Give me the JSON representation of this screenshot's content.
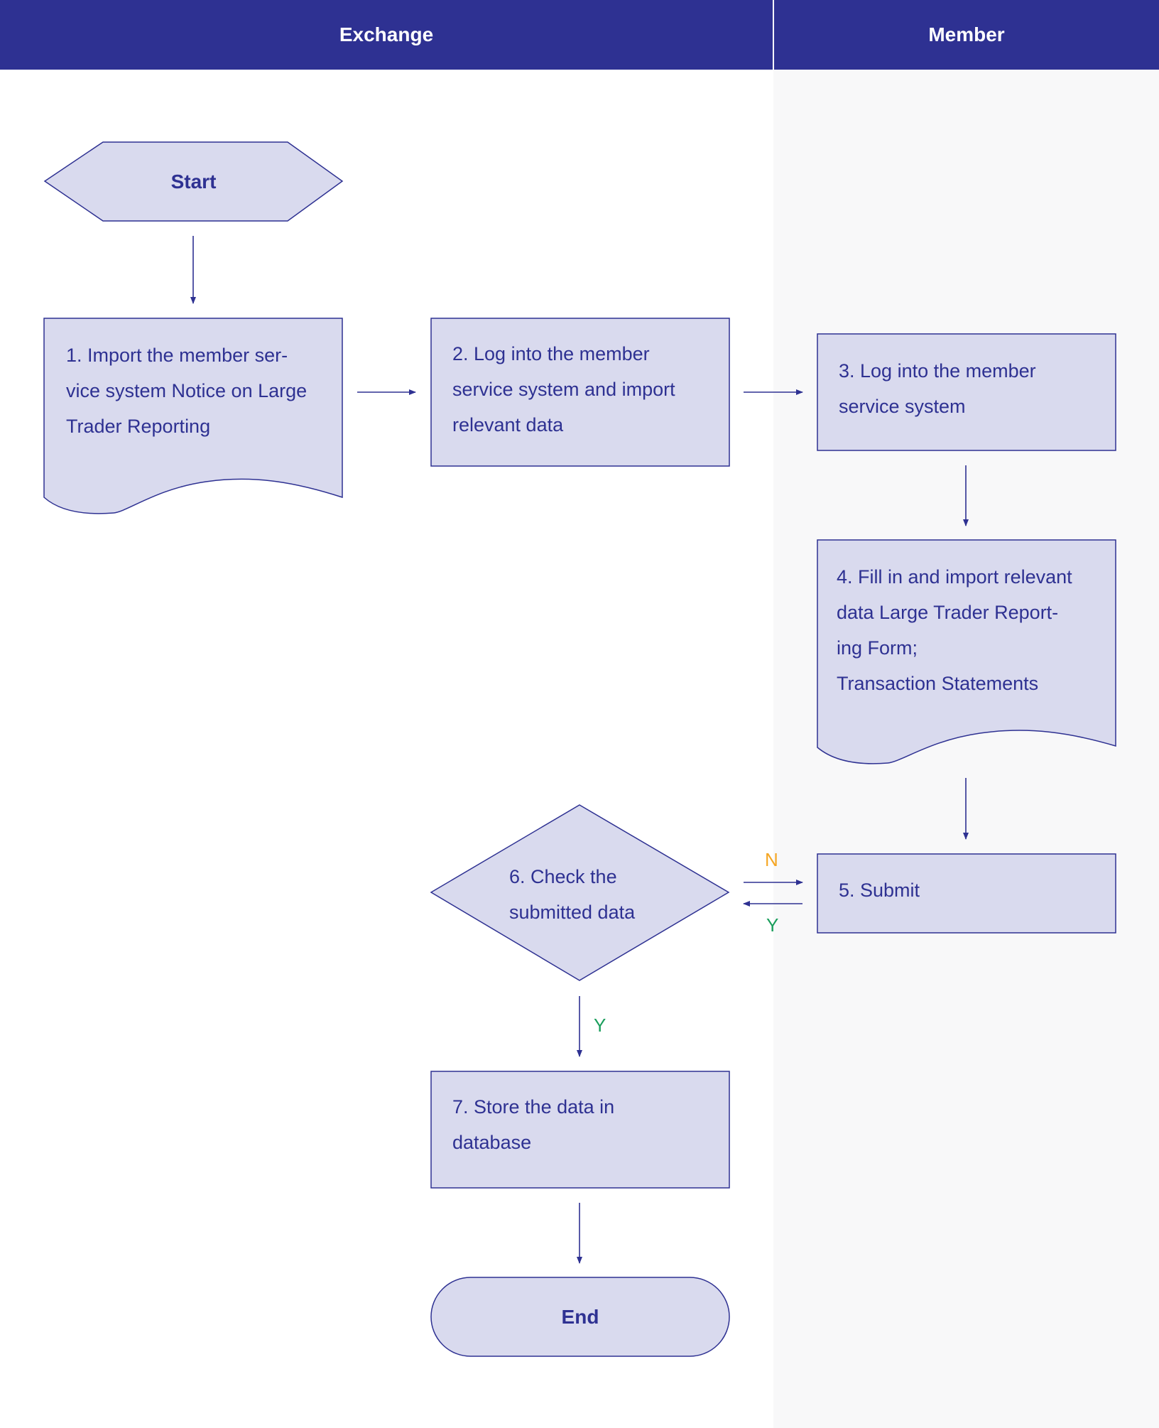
{
  "lanes": {
    "exchange": "Exchange",
    "member": "Member"
  },
  "nodes": {
    "start": "Start",
    "step1": [
      "1. Import the member ser-",
      "vice system Notice on Large",
      "Trader Reporting"
    ],
    "step2": [
      "2. Log into the member",
      "service system and import",
      "relevant data"
    ],
    "step3": [
      "3. Log into the member",
      "service system"
    ],
    "step4": [
      "4. Fill in and import relevant",
      "data Large Trader Report-",
      "ing Form;",
      "Transaction Statements"
    ],
    "step5": "5. Submit",
    "step6": [
      "6. Check the",
      "submitted data"
    ],
    "step7": [
      "7. Store the data in",
      "database"
    ],
    "end": "End"
  },
  "edge_labels": {
    "no": "N",
    "yes_back": "Y",
    "yes_down": "Y"
  },
  "colors": {
    "header": "#2e3192",
    "node_fill": "#d9daee",
    "node_stroke": "#2e3192",
    "text": "#2e3192",
    "no_label": "#f5a623",
    "yes_label": "#1a9e5c",
    "member_lane_bg": "#f8f8f9"
  }
}
